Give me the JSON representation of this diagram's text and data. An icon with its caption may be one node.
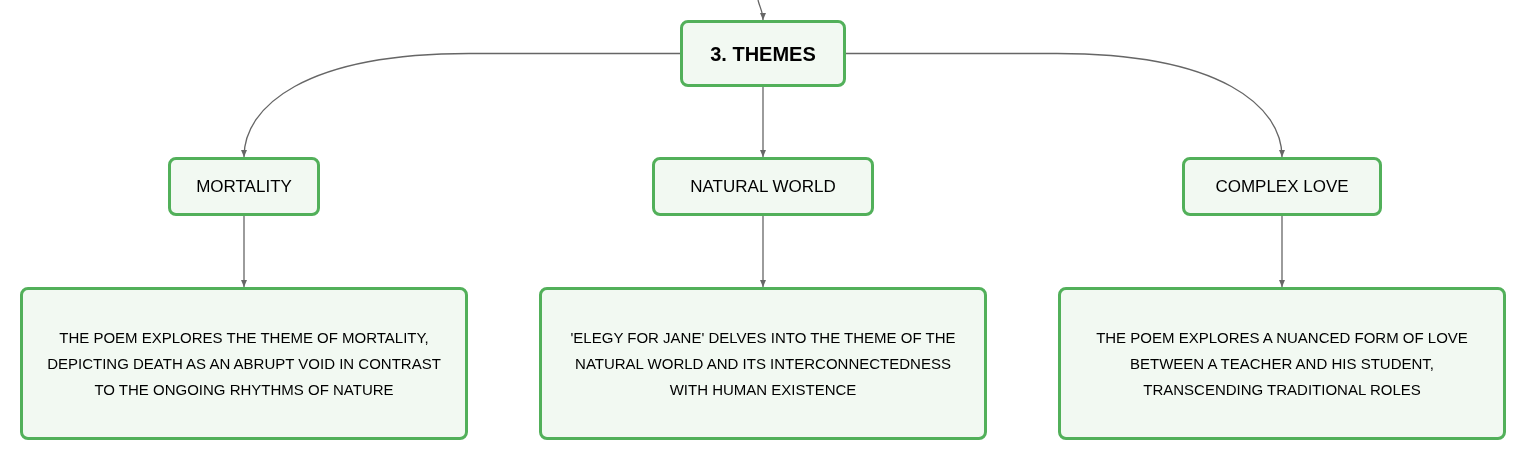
{
  "diagram": {
    "nodes": [
      {
        "text": [
          "3. THEMES"
        ]
      },
      {
        "text": [
          "MORTALITY"
        ]
      },
      {
        "text": [
          "NATURAL WORLD"
        ]
      },
      {
        "text": [
          "COMPLEX LOVE"
        ]
      },
      {
        "text": [
          "THE POEM EXPLORES THE THEME OF MORTALITY, DEPICTING DEATH AS AN ABRUPT VOID IN CONTRAST TO THE ONGOING RHYTHMS OF NATURE"
        ]
      },
      {
        "text": [
          "'ELEGY FOR JANE' DELVES INTO THE THEME OF THE NATURAL WORLD AND ITS INTERCONNECTEDNESS WITH HUMAN EXISTENCE"
        ]
      },
      {
        "text": [
          "THE POEM EXPLORES A NUANCED FORM OF LOVE BETWEEN A TEACHER AND HIS STUDENT, TRANSCENDING TRADITIONAL ROLES"
        ]
      }
    ],
    "edges": [
      {
        "from": null,
        "to": 0,
        "arrow": "to"
      },
      {
        "from": 0,
        "to": 1,
        "arrow": "to"
      },
      {
        "from": 0,
        "to": 2,
        "arrow": "to"
      },
      {
        "from": 0,
        "to": 3,
        "arrow": "to"
      },
      {
        "from": 1,
        "to": 4,
        "arrow": "to"
      },
      {
        "from": 2,
        "to": 5,
        "arrow": "to"
      },
      {
        "from": 3,
        "to": 6,
        "arrow": "to"
      }
    ]
  }
}
